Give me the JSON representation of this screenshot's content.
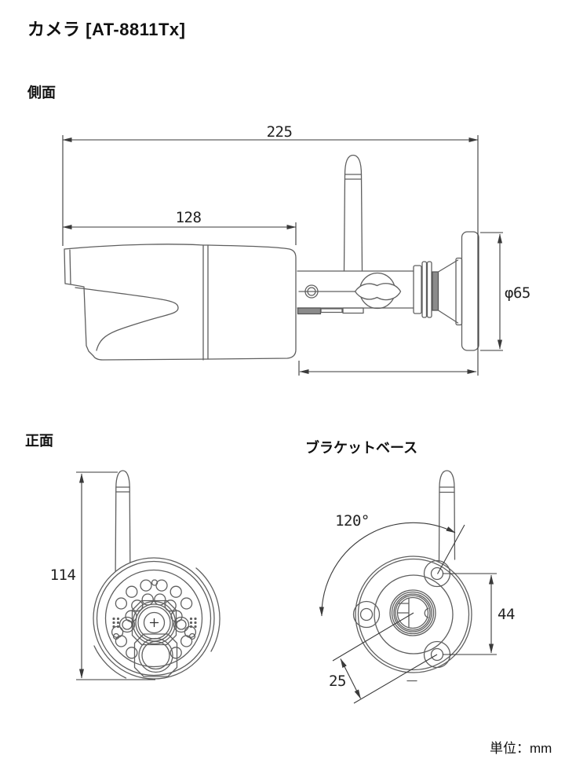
{
  "page": {
    "title": "カメラ [AT-8811Tx]",
    "unit_note": "単位：mm"
  },
  "views": {
    "side": {
      "label": "側面",
      "dims": {
        "overall_length": "225",
        "body_length": "128",
        "base_diameter": "φ65"
      }
    },
    "front": {
      "label": "正面",
      "dims": {
        "overall_height": "114"
      }
    },
    "bracket": {
      "label": "ブラケットベース",
      "dims": {
        "hole_pitch_angle": "120°",
        "hole_pitch_vertical": "44",
        "hole_offset": "25"
      }
    }
  }
}
